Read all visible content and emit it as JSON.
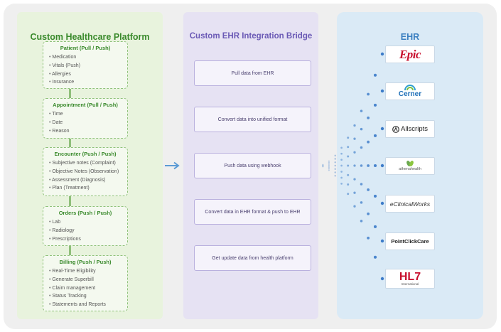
{
  "panels": {
    "left_title": "Custom Healthcare Platform",
    "mid_title": "Custom EHR Integration Bridge",
    "right_title": "EHR"
  },
  "cards": [
    {
      "title": "Patient (Pull  / Push)",
      "items": [
        "Medication",
        "Vitals (Push)",
        "Allergies",
        "Insurance"
      ]
    },
    {
      "title": "Appointment (Pull / Push)",
      "items": [
        "Time",
        "Date",
        "Reason"
      ]
    },
    {
      "title": "Encounter (Push / Push)",
      "items": [
        "Subjective notes (Complaint)",
        "Objective Notes (Observation)",
        "Assessment (Diagnosis)",
        "Plan (Treatment)"
      ]
    },
    {
      "title": "Orders (Push / Push)",
      "items": [
        "Lab",
        "Radiology",
        "Prescriptions"
      ]
    },
    {
      "title": "Billing (Push / Push)",
      "items": [
        "Real-Time Eligibility",
        "Generate Superbill",
        "Claim management",
        "Status Tracking",
        "Statements and Reports"
      ]
    }
  ],
  "steps": [
    "Pull data from EHR",
    "Convert data into unified format",
    "Push data using webhook",
    "Convert data in EHR format & push to EHR",
    "Get update data from health platform"
  ],
  "ehr_logos": {
    "epic": "Epic",
    "cerner": "Cerner",
    "allscripts": "Allscripts",
    "athena": "athenahealth",
    "eclinical": "eClinicalWorks",
    "pcc": "PointClickCare",
    "hl7": "HL7",
    "hl7_sub": "International"
  },
  "colors": {
    "left_accent": "#3a8a2c",
    "mid_accent": "#6a59b5",
    "right_accent": "#3a7fc0",
    "dot_blue": "#3d7cc9",
    "epic_red": "#c8102e",
    "hl7_red": "#c8102e",
    "cerner_blue": "#1e6fb8",
    "athena_green": "#6aa84f"
  }
}
